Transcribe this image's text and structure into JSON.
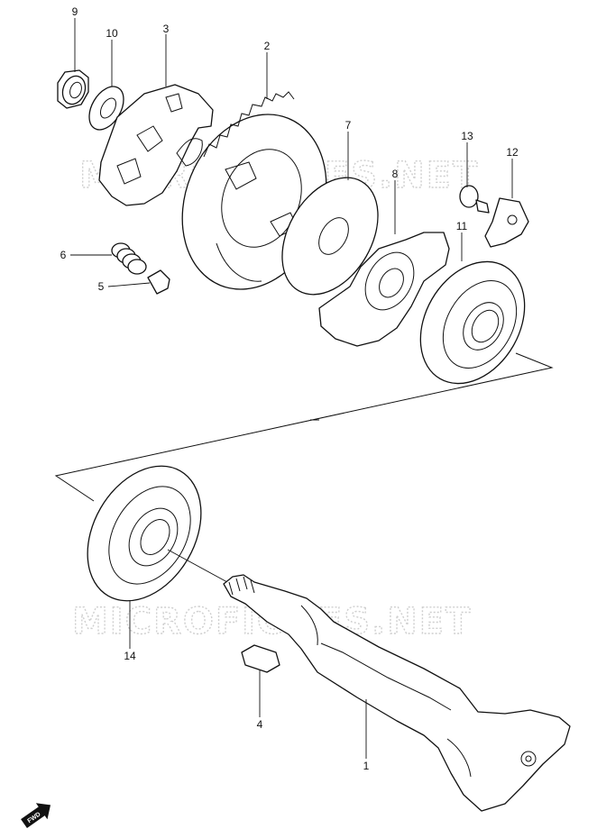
{
  "watermark": {
    "text_top": "MICROFICHES.NET",
    "text_bottom": "MICROFICHES.NET",
    "color": "#cfcfcf"
  },
  "callouts": {
    "c1": "1",
    "c2": "2",
    "c3": "3",
    "c4": "4",
    "c5": "5",
    "c6": "6",
    "c7": "7",
    "c8": "8",
    "c9": "9",
    "c10": "10",
    "c11": "11",
    "c12": "12",
    "c13": "13",
    "c14": "14"
  },
  "fwd_label": "FWD",
  "colors": {
    "line": "#111111",
    "background": "#ffffff"
  }
}
